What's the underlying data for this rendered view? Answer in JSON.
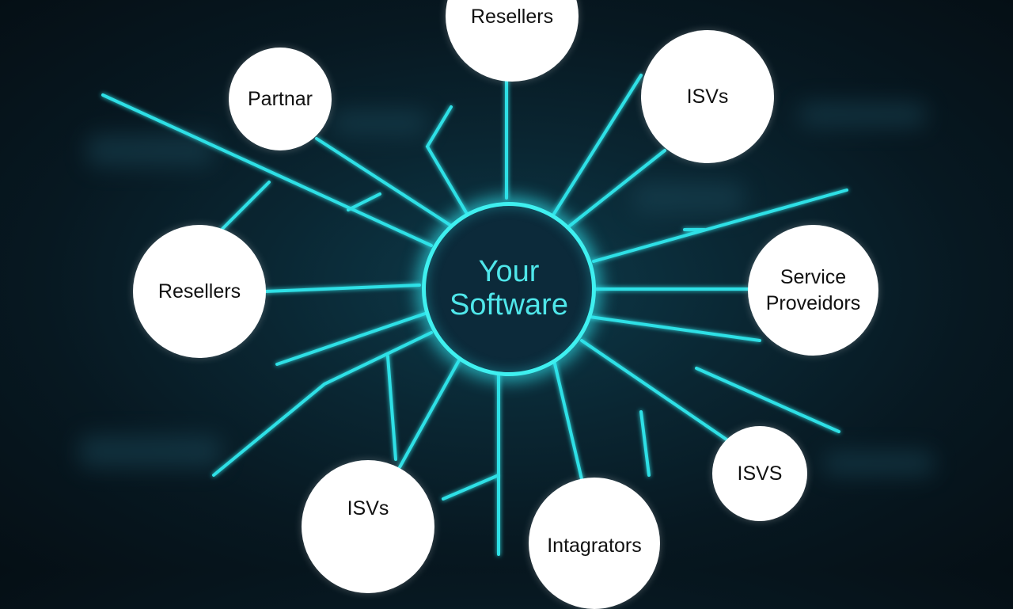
{
  "center": {
    "line1": "Your",
    "line2": "Software"
  },
  "nodes": [
    {
      "id": "top",
      "label": "Resellers"
    },
    {
      "id": "upper-left",
      "label": "Partnar"
    },
    {
      "id": "upper-right",
      "label": "ISVs"
    },
    {
      "id": "left",
      "label": "Resellers"
    },
    {
      "id": "right",
      "line1": "Service",
      "line2": "Proveidors"
    },
    {
      "id": "lower-right",
      "label": "ISVS"
    },
    {
      "id": "bottom-left",
      "label": "ISVs"
    },
    {
      "id": "bottom",
      "label": "Intagrators"
    }
  ],
  "colors": {
    "accent": "#3ff0f0",
    "background": "#071821",
    "node": "#ffffff"
  }
}
